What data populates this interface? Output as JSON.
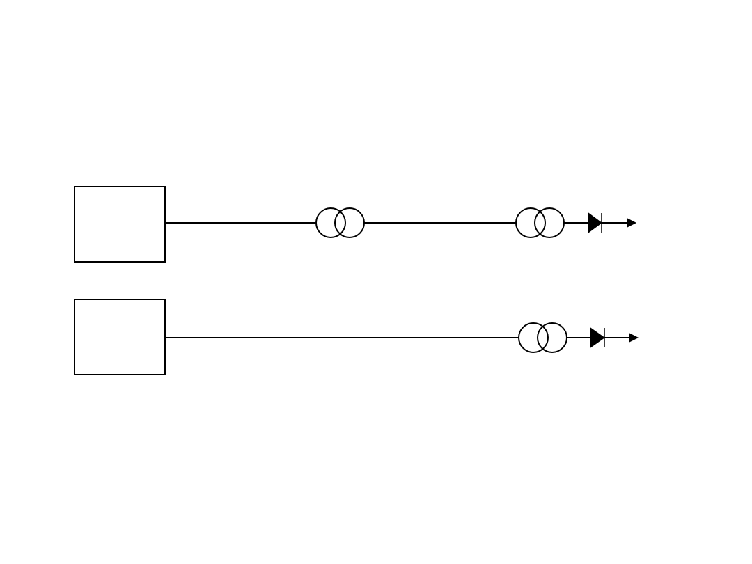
{
  "diagram": {
    "background": "#ffffff",
    "line_color": "#000000",
    "lines": [
      {
        "name": "upper-line",
        "elements": [
          "source-box",
          "transformer",
          "transformer",
          "diode",
          "output-arrow"
        ]
      },
      {
        "name": "lower-line",
        "elements": [
          "source-box",
          "transformer",
          "diode",
          "output-arrow"
        ]
      }
    ]
  }
}
